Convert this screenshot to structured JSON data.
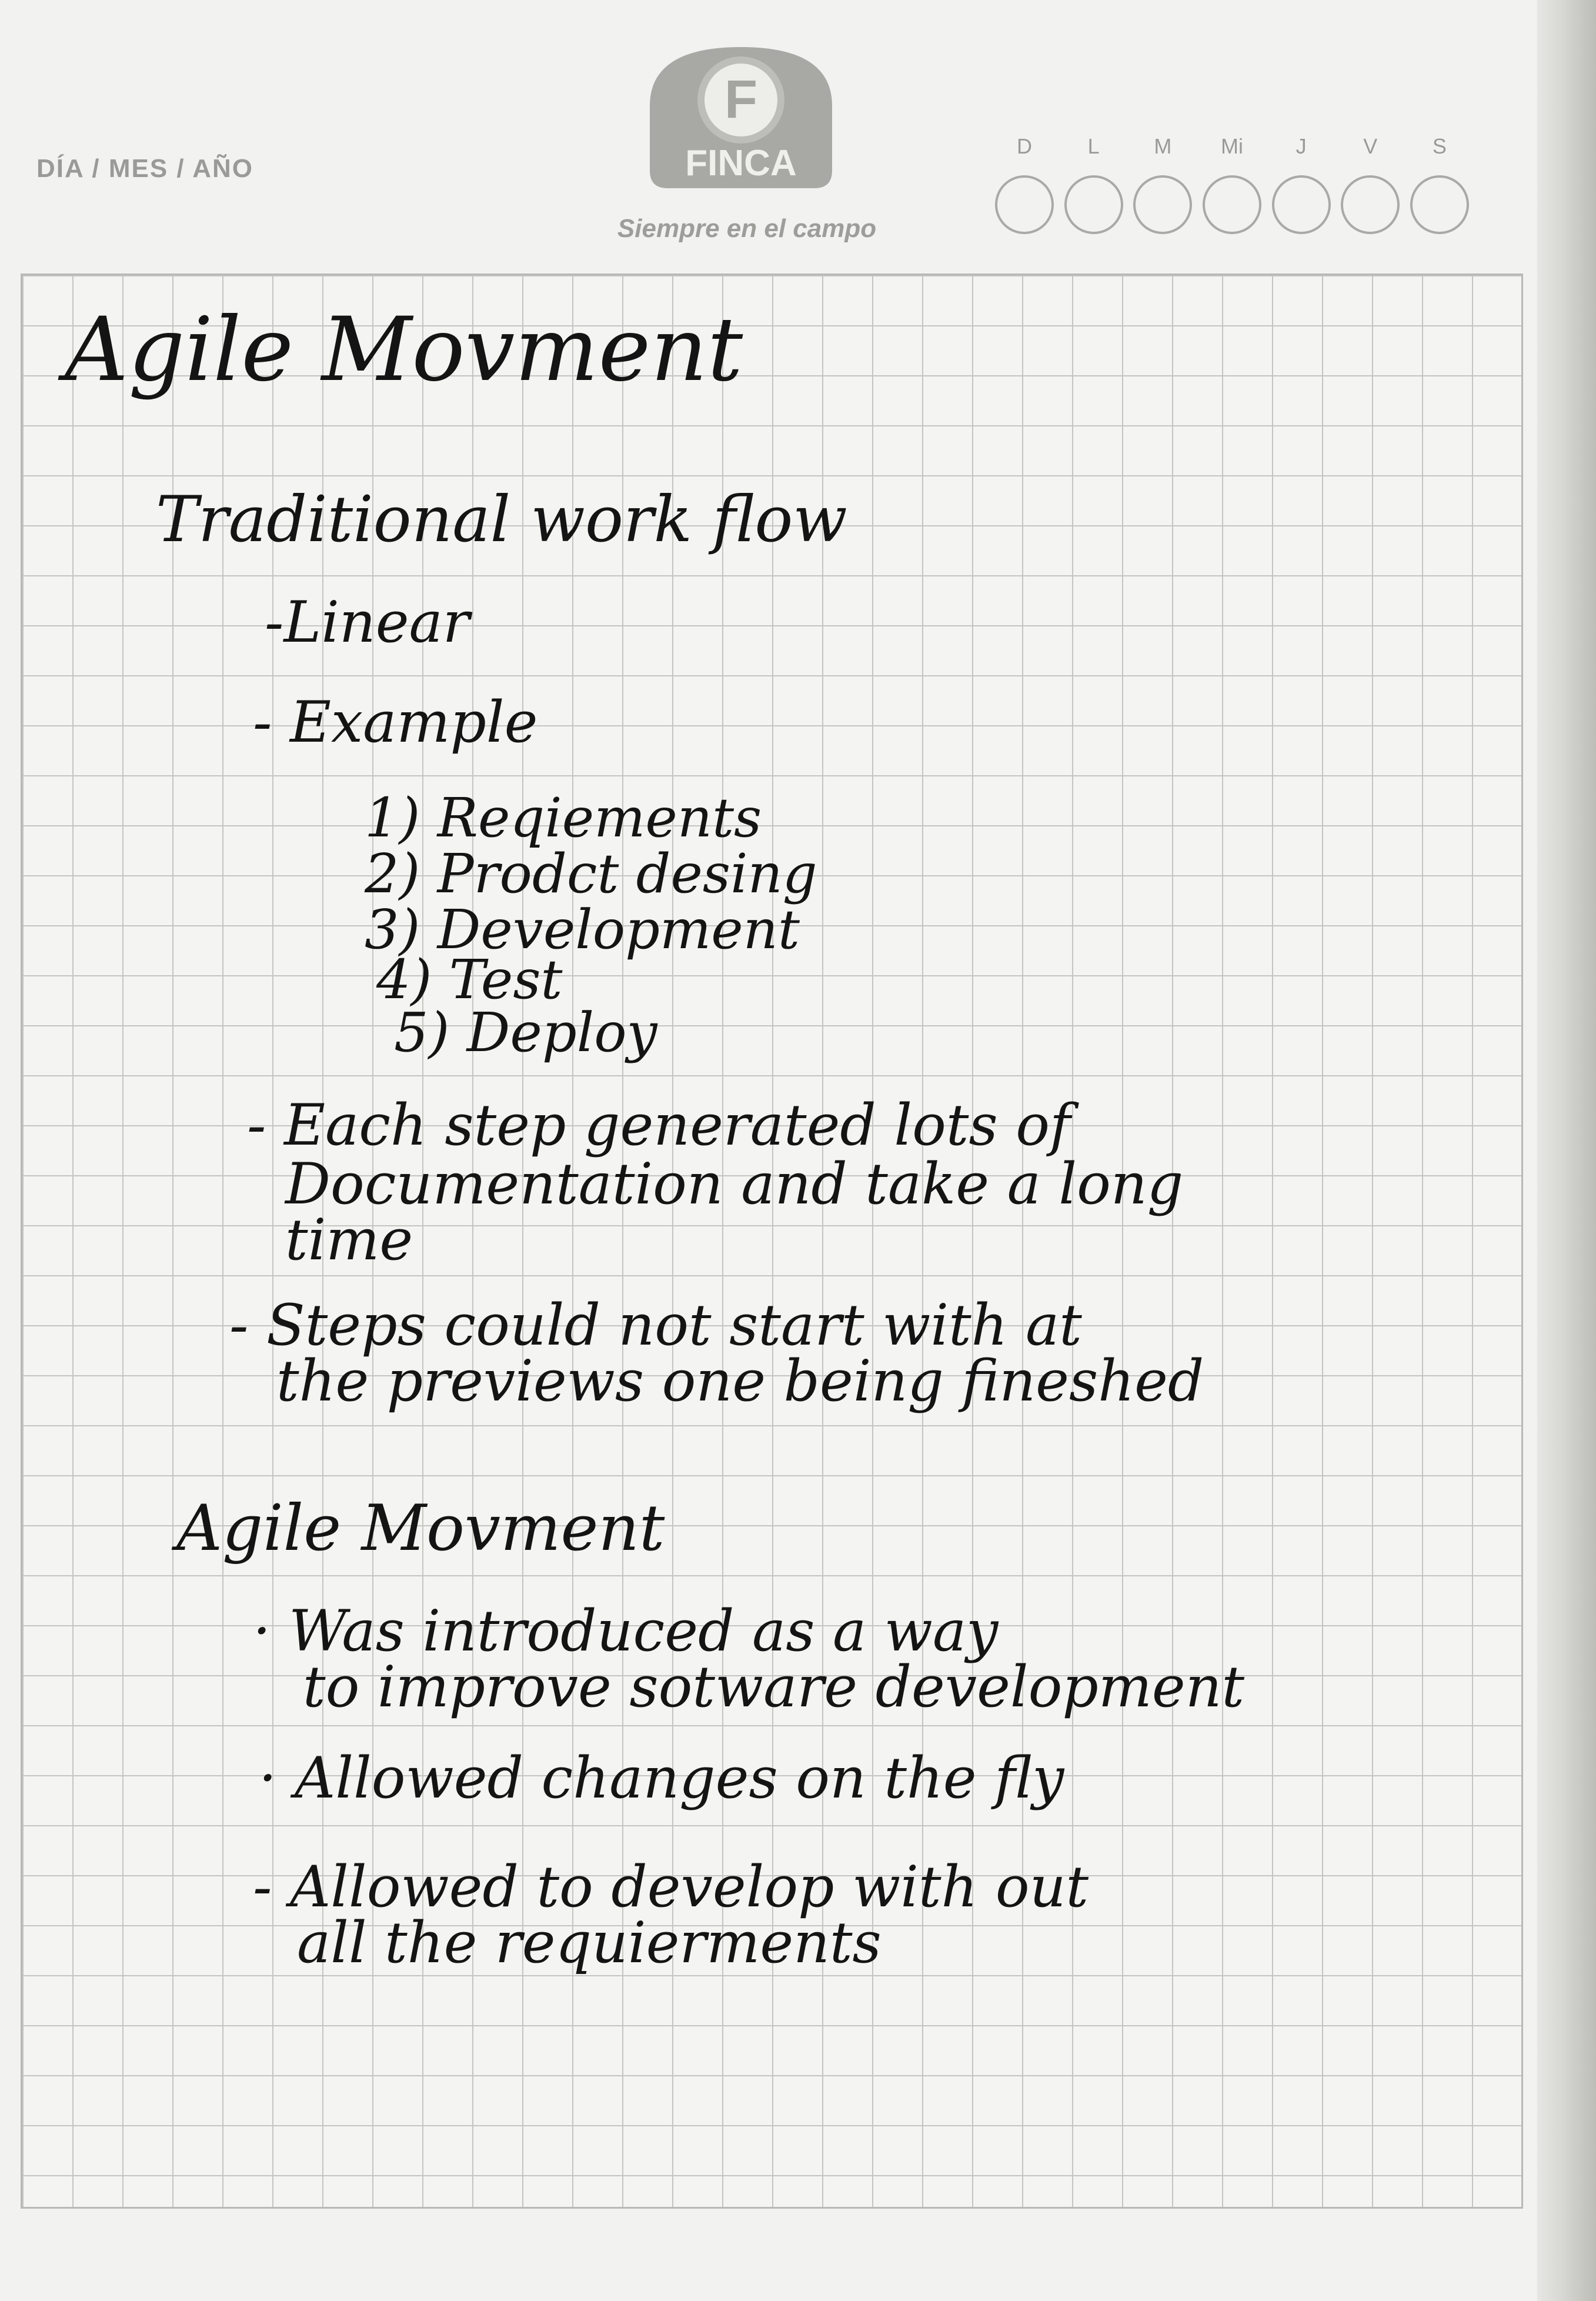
{
  "header": {
    "date_label": "DÍA / MES / AÑO",
    "brand": "FINCA",
    "brand_initial": "F",
    "slogan": "Siempre en el campo",
    "weekdays": [
      "D",
      "L",
      "M",
      "Mi",
      "J",
      "V",
      "S"
    ]
  },
  "notes": {
    "title": "Agile Movment",
    "section1": {
      "heading": "Traditional work flow",
      "bullet_linear": "-Linear",
      "bullet_example": "- Example",
      "steps": [
        "1) Reqiements",
        "2) Prodct desing",
        "3) Development",
        "4) Test",
        "5) Deploy"
      ],
      "bullet_docs_lines": [
        "- Each step generated lots of",
        "Documentation and take a long",
        "time"
      ],
      "bullet_steps_lines": [
        "- Steps could not start with at",
        "the previews one being fineshed"
      ]
    },
    "section2": {
      "heading": "Agile Movment",
      "bullet_introduced_lines": [
        "· Was introduced as a way",
        "to improve sotware development"
      ],
      "bullet_changes": "· Allowed changes on the fly",
      "bullet_develop_lines": [
        "- Allowed to develop with out",
        "all the requierments"
      ]
    }
  },
  "colors": {
    "ink": "#141414",
    "paper": "#f2f2f0",
    "grid_line": "#c4c4c1",
    "print_gray": "#9a9a98"
  }
}
